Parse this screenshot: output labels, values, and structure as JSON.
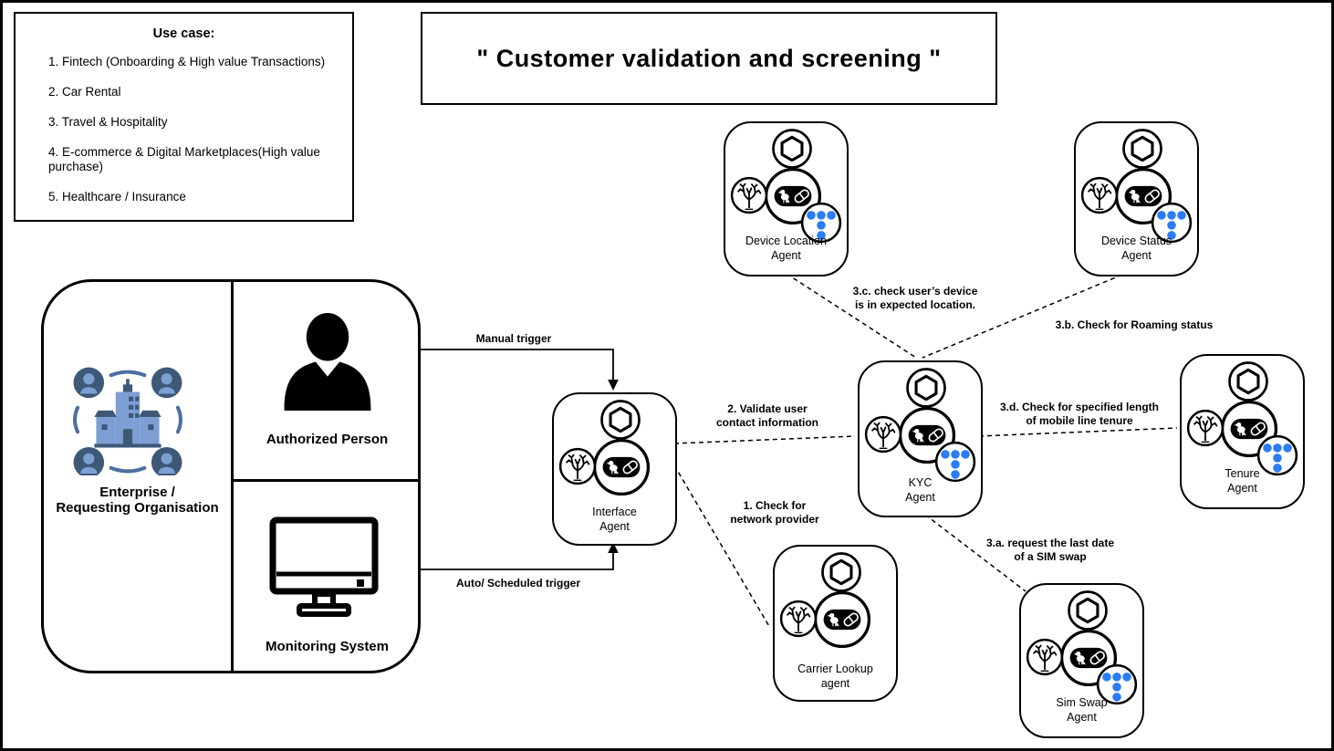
{
  "use_case_panel": {
    "title": "Use case:",
    "items": [
      "1. Fintech (Onboarding & High value Transactions)",
      "2. Car Rental",
      "3. Travel & Hospitality",
      "4. E-commerce & Digital Marketplaces(High value purchase)",
      "5. Healthcare / Insurance"
    ]
  },
  "title_banner": {
    "text": "\" Customer validation and screening \""
  },
  "enterprise_panel": {
    "org_label": "Enterprise /\nRequesting Organisation",
    "authorized_person": "Authorized Person",
    "monitoring_system": "Monitoring System"
  },
  "agents": {
    "interface": {
      "label": "Interface\nAgent"
    },
    "kyc": {
      "label": "KYC\nAgent"
    },
    "device_location": {
      "label": "Device Location\nAgent"
    },
    "device_status": {
      "label": "Device Status\nAgent"
    },
    "tenure": {
      "label": "Tenure\nAgent"
    },
    "sim_swap": {
      "label": "Sim Swap\nAgent"
    },
    "carrier_lookup": {
      "label": "Carrier Lookup\nagent"
    }
  },
  "edge_labels": {
    "manual_trigger": "Manual trigger",
    "auto_trigger": "Auto/ Scheduled trigger",
    "validate_contact": "2. Validate user\ncontact information",
    "check_network": "1. Check for\nnetwork provider",
    "check_location": "3.c. check user’s device\nis in expected location.",
    "check_roaming": "3.b. Check for Roaming status",
    "check_tenure": "3.d. Check for specified length\nof mobile line tenure",
    "request_sim_swap": "3.a. request the last date\nof a SIM swap"
  },
  "icons": {
    "openai": "openai-logo",
    "coral": "coral-logo",
    "bird_pill": "falcon-and-capsule-badge",
    "telefonica": "telefonica-blue-dots-logo",
    "enterprise": "building-with-users-icon",
    "person": "person-silhouette-icon",
    "monitor": "desktop-monitor-icon"
  },
  "colors": {
    "telefonica_blue": "#2a7cf7",
    "enterprise_icon_dark": "#3e5878",
    "enterprise_icon_light": "#7d9fd3",
    "enterprise_icon_mid": "#4c6f9f",
    "line_color": "#000000",
    "background": "#ffffff"
  }
}
